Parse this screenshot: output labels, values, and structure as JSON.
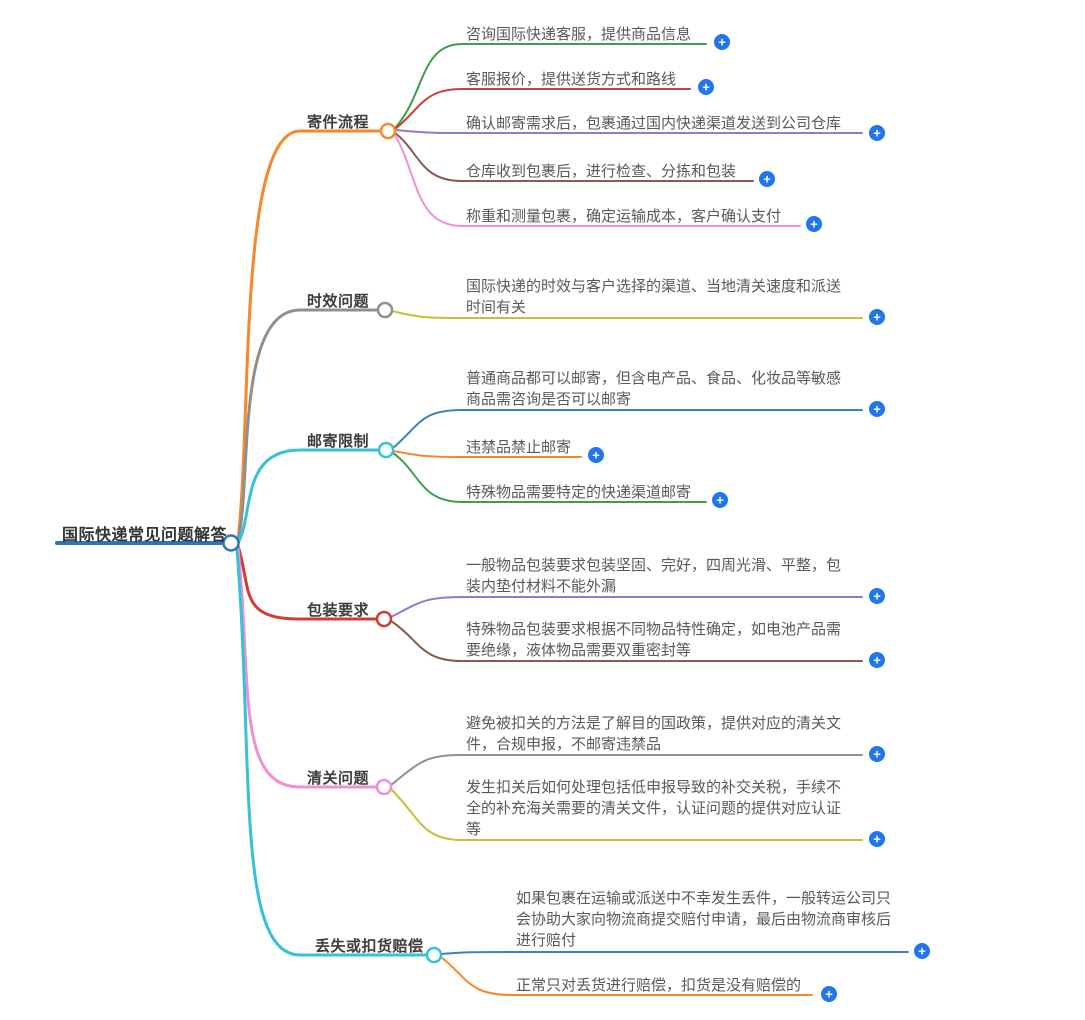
{
  "root": {
    "label": "国际快递常见问题解答",
    "color": "#2e75b6"
  },
  "branches": [
    {
      "label": "寄件流程",
      "color": "#f8872b",
      "children": [
        {
          "text": "咨询国际快递客服，提供商品信息",
          "color": "#3aa147"
        },
        {
          "text": "客服报价，提供送货方式和路线",
          "color": "#cf3e36"
        },
        {
          "text": "确认邮寄需求后，包裹通过国内快递渠道发送到公司仓库",
          "color": "#9779cb"
        },
        {
          "text": "仓库收到包裹后，进行检查、分拣和包装",
          "color": "#8a5a50"
        },
        {
          "text": "称重和测量包裹，确定运输成本，客户确认支付",
          "color": "#f48fd8"
        }
      ]
    },
    {
      "label": "时效问题",
      "color": "#8f8f8f",
      "children": [
        {
          "text": "国际快递的时效与客户选择的渠道、当地清关速度和派送\n时间有关",
          "color": "#c2c233"
        }
      ]
    },
    {
      "label": "邮寄限制",
      "color": "#34c2d7",
      "children": [
        {
          "text": "普通商品都可以邮寄，但含电产品、食品、化妆品等敏感\n商品需咨询是否可以邮寄",
          "color": "#3e80c2"
        },
        {
          "text": "违禁品禁止邮寄",
          "color": "#f8872b"
        },
        {
          "text": "特殊物品需要特定的快递渠道邮寄",
          "color": "#3aa147"
        }
      ]
    },
    {
      "label": "包装要求",
      "color": "#d23b35",
      "children": [
        {
          "text": "一般物品包装要求包装坚固、完好，四周光滑、平整，包\n装内垫付材料不能外漏",
          "color": "#9779cb"
        },
        {
          "text": "特殊物品包装要求根据不同物品特性确定，如电池产品需\n要绝缘，液体物品需要双重密封等",
          "color": "#8a5a50"
        }
      ]
    },
    {
      "label": "清关问题",
      "color": "#ef8fd5",
      "children": [
        {
          "text": "避免被扣关的方法是了解目的国政策，提供对应的清关文\n件，合规申报，不邮寄违禁品",
          "color": "#8f8f8f"
        },
        {
          "text": "发生扣关后如何处理包括低申报导致的补交关税，手续不\n全的补充海关需要的清关文件，认证问题的提供对应认证\n等",
          "color": "#c2c233"
        }
      ]
    },
    {
      "label": "丢失或扣货赔偿",
      "color": "#34c2d7",
      "children": [
        {
          "text": "如果包裹在运输或派送中不幸发生丢件，一般转运公司只\n会协助大家向物流商提交赔付申请，最后由物流商审核后\n进行赔付",
          "color": "#3e80c2"
        },
        {
          "text": "正常只对丢货进行赔偿，扣货是没有赔偿的",
          "color": "#f8872b"
        }
      ]
    }
  ],
  "ui": {
    "plus_glyph": "+",
    "plus_color": "#2276ed"
  }
}
